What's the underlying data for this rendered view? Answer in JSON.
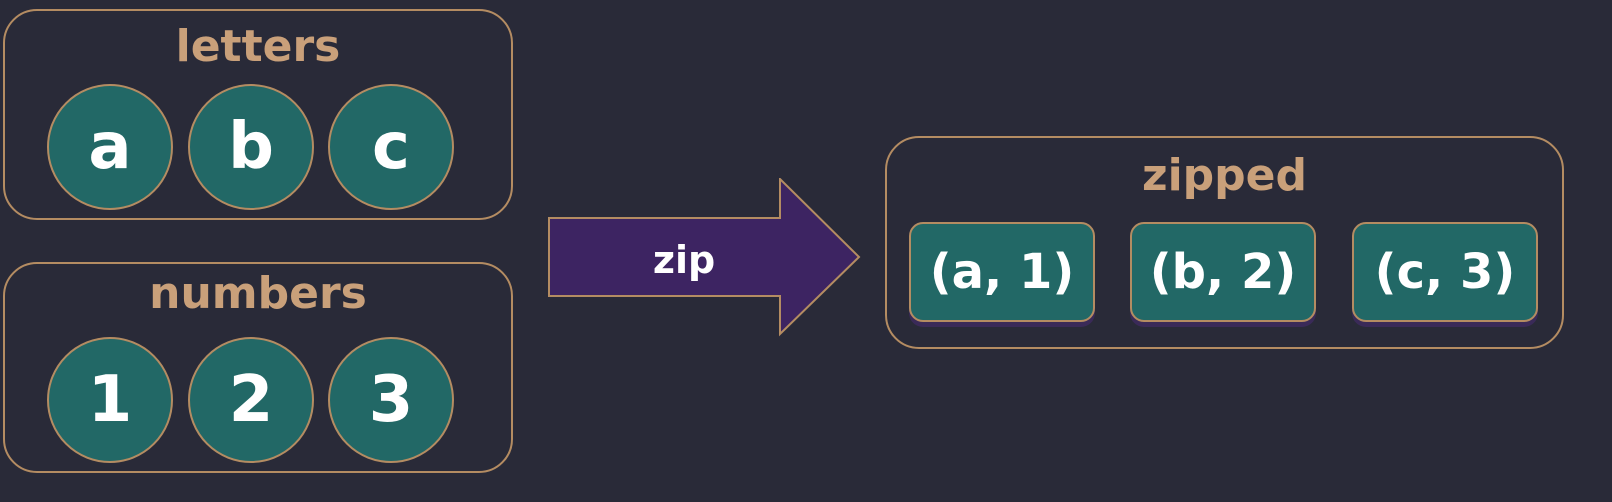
{
  "colors": {
    "background": "#292a38",
    "border": "#b48c62",
    "title": "#c9a07a",
    "node_fill": "#226866",
    "arrow_fill": "#3d2462"
  },
  "letters": {
    "title": "letters",
    "items": [
      "a",
      "b",
      "c"
    ]
  },
  "numbers": {
    "title": "numbers",
    "items": [
      "1",
      "2",
      "3"
    ]
  },
  "arrow": {
    "label": "zip"
  },
  "zipped": {
    "title": "zipped",
    "items": [
      "(a, 1)",
      "(b, 2)",
      "(c, 3)"
    ]
  }
}
